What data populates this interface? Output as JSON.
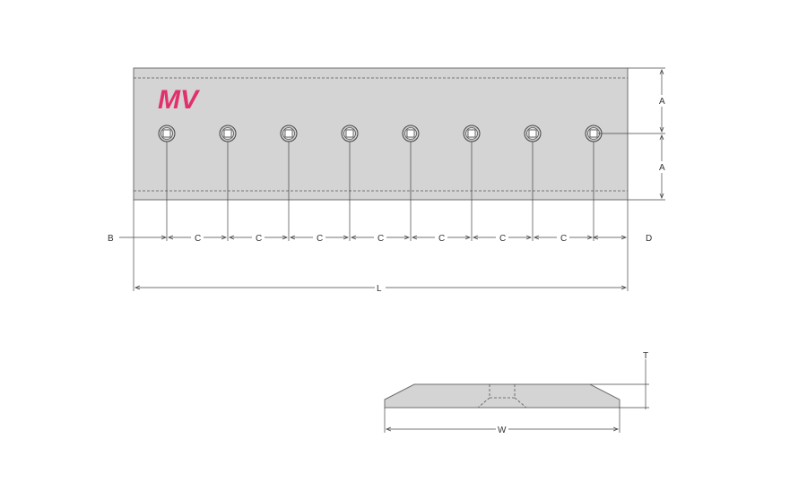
{
  "logo": {
    "text": "MV",
    "color": "#e1306c"
  },
  "colors": {
    "plate": "#d4d4d4",
    "outline": "#6e6e6e",
    "dim_line": "#444444"
  },
  "holes": {
    "count": 8
  },
  "dimensions": {
    "A_top": "A",
    "A_bottom": "A",
    "B": "B",
    "C": [
      "C",
      "C",
      "C",
      "C",
      "C",
      "C",
      "C"
    ],
    "D": "D",
    "L": "L",
    "T": "T",
    "W": "W"
  }
}
